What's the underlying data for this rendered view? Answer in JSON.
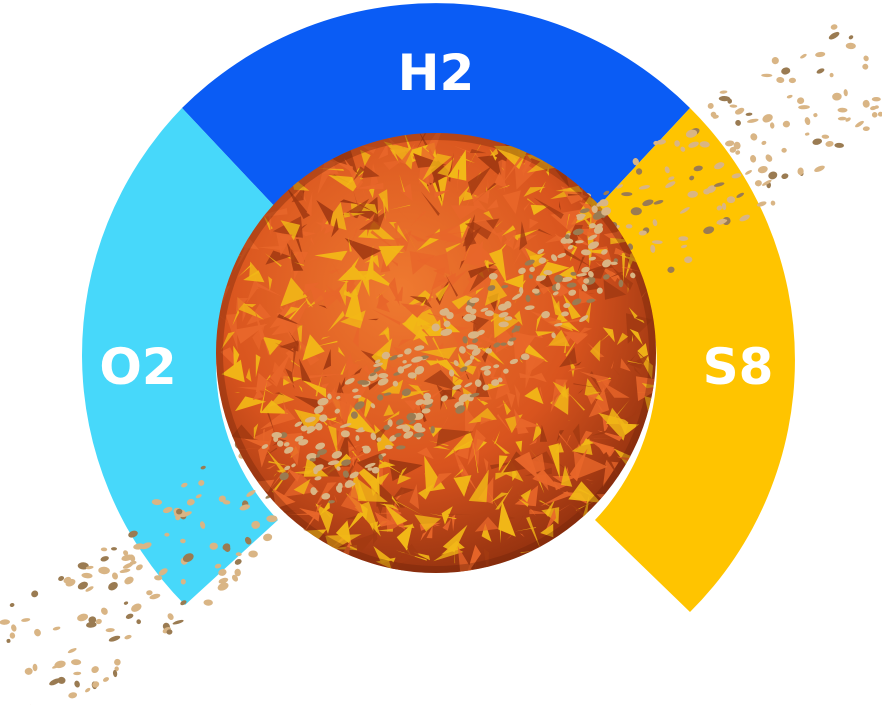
{
  "segments": [
    {
      "id": "h2",
      "label": "H2",
      "color": "#0a5cf5"
    },
    {
      "id": "o2",
      "label": "O2",
      "color": "#47d8fa"
    },
    {
      "id": "s8",
      "label": "S8",
      "color": "#ffc400"
    }
  ],
  "sphere": {
    "base_color": "#d9541e",
    "facet_color": "#f2b817",
    "shadow_color": "#a33a12"
  },
  "particles": {
    "color": "#d9b585",
    "edge_color": "#9a7b52"
  }
}
